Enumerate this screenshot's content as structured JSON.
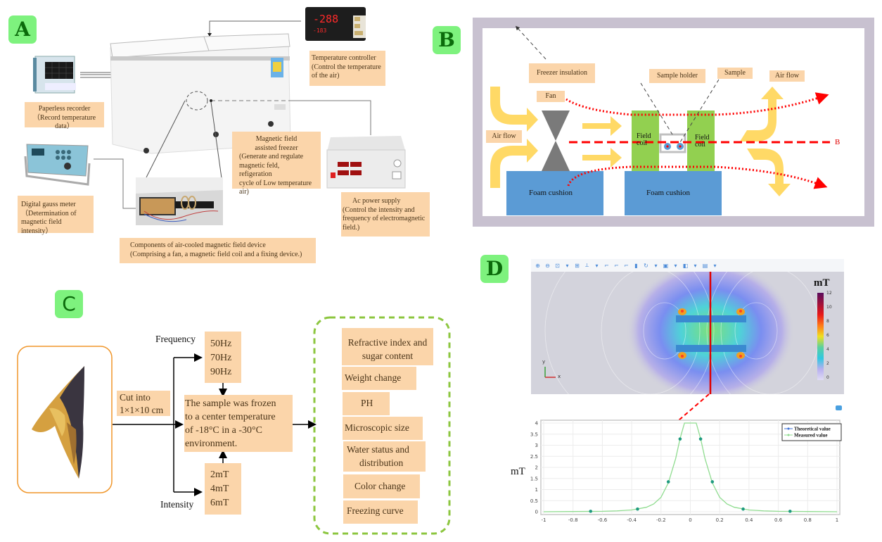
{
  "panels": {
    "A": {
      "label": "A",
      "paperless_recorder": {
        "title": "Paperless recorder",
        "desc": "（Record temperature data）"
      },
      "temperature_controller": {
        "title": "Temperature controller",
        "desc1": "(Control the temperature",
        "desc2": "of the air)",
        "display_top": "-288",
        "display_bottom": "-183"
      },
      "digital_gauss_meter": {
        "title": "Digital gauss meter",
        "desc1": "（Determination of",
        "desc2": "magnetic field intensity）"
      },
      "freezer": {
        "title1": "Magnetic field",
        "title2": "assisted freezer",
        "desc1": "(Generate and regulate",
        "desc2": "magnetic feld, refigeration",
        "desc3": "cycle of Low temperature",
        "desc4": "air)"
      },
      "ac_power_supply": {
        "title": "Ac power supply",
        "desc1": "(Control the intensity and",
        "desc2": "frequency of electromagnetic",
        "desc3": "field.)"
      },
      "components": {
        "line1": "Components of air-cooled magnetic field device",
        "line2": "(Comprising a fan, a magnetic field coil and a fixing device.)"
      }
    },
    "B": {
      "label": "B",
      "freezer_insulation": "Freezer insulation",
      "fan": "Fan",
      "air_flow_in": "Air flow",
      "air_flow_out": "Air flow",
      "sample_holder": "Sample holder",
      "sample": "Sample",
      "field_coil_1a": "Field",
      "field_coil_1b": "coil",
      "field_coil_2a": "Field",
      "field_coil_2b": "coil",
      "foam_cushion_1": "Foam cushion",
      "foam_cushion_2": "Foam cushion",
      "b_field": "B",
      "colors": {
        "frame": "#c8c1d0",
        "coil": "#92d050",
        "foam": "#5b9bd5",
        "arrow": "#ffd966",
        "field_line": "#ff0000",
        "fan": "#7a7a7a"
      }
    },
    "C": {
      "label": "C",
      "cut_line1": "Cut into",
      "cut_line2": "1×1×10 cm",
      "frequency_label": "Frequency",
      "frequencies": [
        "50Hz",
        "70Hz",
        "90Hz"
      ],
      "intensity_label": "Intensity",
      "intensities": [
        "2mT",
        "4mT",
        "6mT"
      ],
      "process": [
        "The sample was frozen",
        "to a center temperature",
        "of -18°C in a -30°C",
        "environment."
      ],
      "measurements": [
        {
          "line1": "Refractive index and",
          "line2": "sugar content"
        },
        {
          "line1": "Weight change"
        },
        {
          "line1": "PH"
        },
        {
          "line1": "Microscopic size"
        },
        {
          "line1": "Water status and",
          "line2": "distribution"
        },
        {
          "line1": "Color change"
        },
        {
          "line1": "Freezing curve"
        }
      ]
    },
    "D": {
      "label": "D",
      "colorbar_unit": "mT",
      "colorbar_ticks": [
        "12",
        "10",
        "8",
        "6",
        "4",
        "2",
        "0"
      ],
      "axis_x": "x",
      "axis_y": "y",
      "toolbar_icons": [
        "zoom-in-icon",
        "zoom-out-icon",
        "zoom-box-icon",
        "zoom-extents-icon",
        "axis-icon",
        "view-xy-icon",
        "view-yz-icon",
        "view-zx-icon",
        "view-3d-icon",
        "rotate-icon",
        "camera-icon",
        "select-icon",
        "render-icon",
        "transparency-icon",
        "grid-icon",
        "legend-icon",
        "settings-icon",
        "image-icon",
        "print-icon"
      ]
    }
  },
  "chart_data": {
    "type": "line",
    "title": "",
    "xlabel": "",
    "ylabel": "mT",
    "xlim": [
      -1,
      1
    ],
    "ylim": [
      0,
      4
    ],
    "x_ticks": [
      "-1",
      "-0.8",
      "-0.6",
      "-0.4",
      "-0.2",
      "0",
      "0.2",
      "0.4",
      "0.6",
      "0.8",
      "1"
    ],
    "y_ticks": [
      "0",
      "0.5",
      "1",
      "1.5",
      "2",
      "2.5",
      "3",
      "3.5",
      "4"
    ],
    "grid": true,
    "legend_position": "top-right",
    "series": [
      {
        "name": "Theoretical value",
        "color": "#3b6fd6",
        "x": [
          -0.68,
          -0.36,
          -0.15,
          -0.07,
          0.07,
          0.15,
          0.36,
          0.68
        ],
        "y": [
          0.02,
          0.12,
          1.35,
          3.28,
          3.28,
          1.35,
          0.12,
          0.02
        ]
      },
      {
        "name": "Measured value",
        "color": "#8fdc8f",
        "x": [
          -1,
          -0.8,
          -0.6,
          -0.5,
          -0.4,
          -0.3,
          -0.25,
          -0.2,
          -0.15,
          -0.1,
          -0.07,
          -0.04,
          -0.02,
          0.02,
          0.04,
          0.07,
          0.1,
          0.15,
          0.2,
          0.25,
          0.3,
          0.4,
          0.5,
          0.6,
          0.8,
          1
        ],
        "y": [
          0.0,
          0.01,
          0.02,
          0.04,
          0.08,
          0.2,
          0.35,
          0.65,
          1.3,
          2.4,
          3.3,
          4.0,
          4.0,
          4.0,
          4.0,
          3.3,
          2.4,
          1.3,
          0.65,
          0.35,
          0.2,
          0.08,
          0.04,
          0.02,
          0.01,
          0.0
        ]
      }
    ]
  }
}
